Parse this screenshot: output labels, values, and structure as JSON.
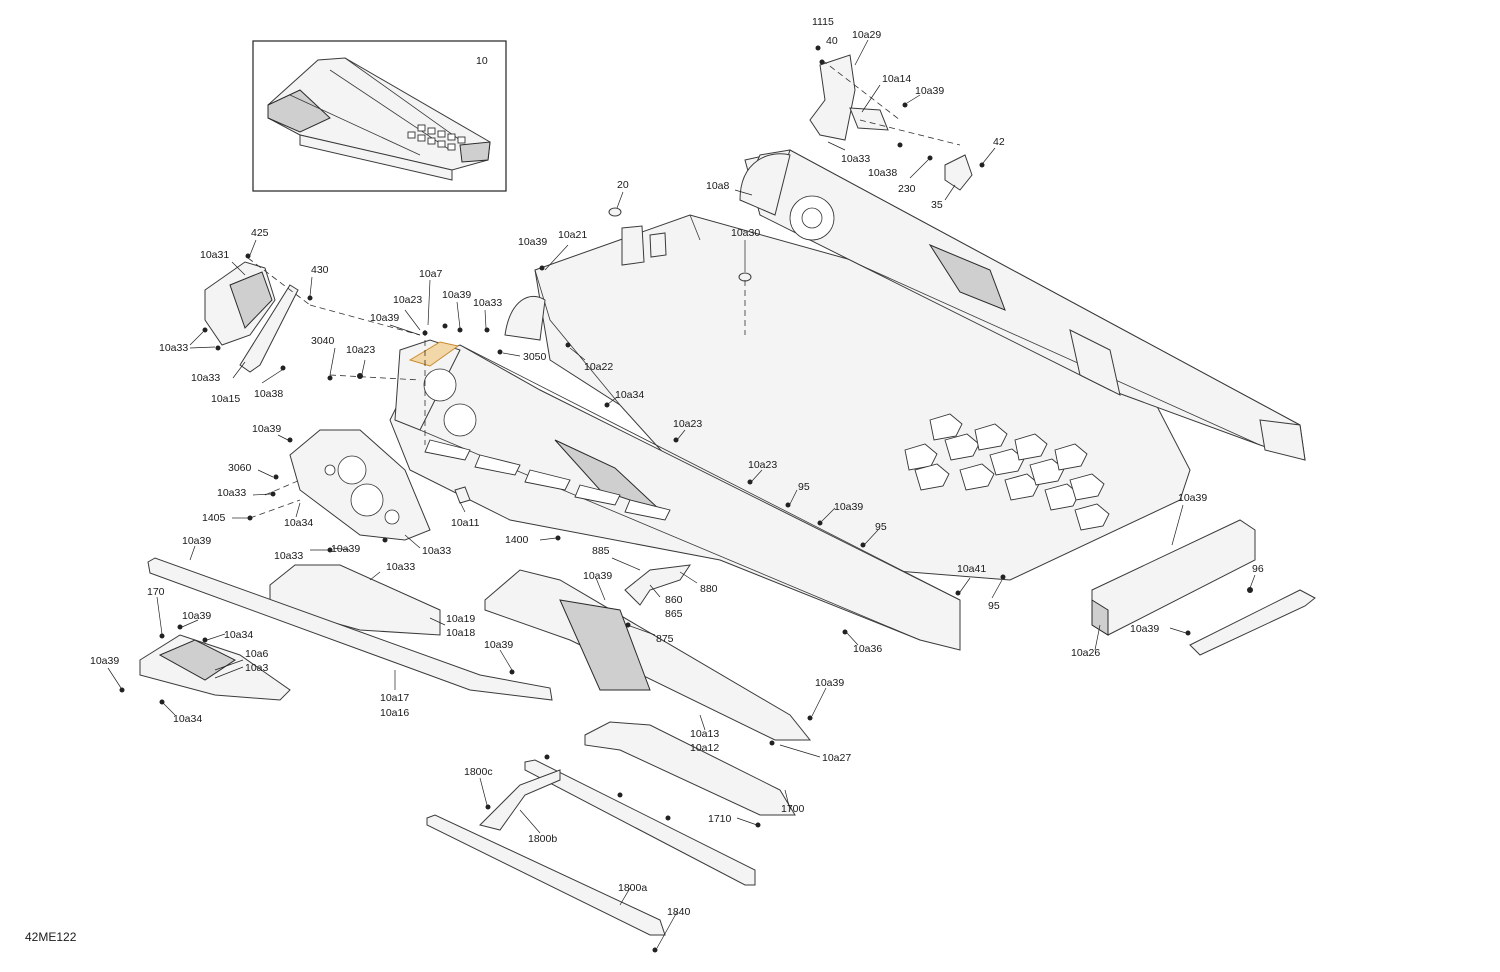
{
  "diagram_code": "42ME122",
  "inset_label": "10",
  "labels": [
    {
      "id": "l1115",
      "text": "1115"
    },
    {
      "id": "l40",
      "text": "40"
    },
    {
      "id": "l10a29",
      "text": "10a29"
    },
    {
      "id": "l10a14",
      "text": "10a14"
    },
    {
      "id": "l10a39_tr",
      "text": "10a39"
    },
    {
      "id": "l10a33_tr",
      "text": "10a33"
    },
    {
      "id": "l10a38_tr",
      "text": "10a38"
    },
    {
      "id": "l42",
      "text": "42"
    },
    {
      "id": "l230",
      "text": "230"
    },
    {
      "id": "l35",
      "text": "35"
    },
    {
      "id": "l20",
      "text": "20"
    },
    {
      "id": "l10a8",
      "text": "10a8"
    },
    {
      "id": "l10a21",
      "text": "10a21"
    },
    {
      "id": "l10a39_a",
      "text": "10a39"
    },
    {
      "id": "l10a30",
      "text": "10a30"
    },
    {
      "id": "l425",
      "text": "425"
    },
    {
      "id": "l10a31",
      "text": "10a31"
    },
    {
      "id": "l430",
      "text": "430"
    },
    {
      "id": "l10a7",
      "text": "10a7"
    },
    {
      "id": "l10a23_a",
      "text": "10a23"
    },
    {
      "id": "l10a39_b",
      "text": "10a39"
    },
    {
      "id": "l10a33_a",
      "text": "10a33"
    },
    {
      "id": "l10a39_c",
      "text": "10a39"
    },
    {
      "id": "l3040",
      "text": "3040"
    },
    {
      "id": "l10a23_b",
      "text": "10a23"
    },
    {
      "id": "l3050",
      "text": "3050"
    },
    {
      "id": "l10a22",
      "text": "10a22"
    },
    {
      "id": "l10a33_b",
      "text": "10a33"
    },
    {
      "id": "l10a33_c",
      "text": "10a33"
    },
    {
      "id": "l10a15",
      "text": "10a15"
    },
    {
      "id": "l10a38",
      "text": "10a38"
    },
    {
      "id": "l10a34_a",
      "text": "10a34"
    },
    {
      "id": "l10a23_c",
      "text": "10a23"
    },
    {
      "id": "l10a39_d",
      "text": "10a39"
    },
    {
      "id": "l3060",
      "text": "3060"
    },
    {
      "id": "l10a23_d",
      "text": "10a23"
    },
    {
      "id": "l10a33_d",
      "text": "10a33"
    },
    {
      "id": "l95_a",
      "text": "95"
    },
    {
      "id": "l1405",
      "text": "1405"
    },
    {
      "id": "l10a34_b",
      "text": "10a34"
    },
    {
      "id": "l10a11",
      "text": "10a11"
    },
    {
      "id": "l10a39_e",
      "text": "10a39"
    },
    {
      "id": "l95_b",
      "text": "95"
    },
    {
      "id": "l10a39_f",
      "text": "10a39"
    },
    {
      "id": "l1400",
      "text": "1400"
    },
    {
      "id": "l10a33_e",
      "text": "10a33"
    },
    {
      "id": "l10a39_g",
      "text": "10a39"
    },
    {
      "id": "l10a33_f",
      "text": "10a33"
    },
    {
      "id": "l10a39_h",
      "text": "10a39"
    },
    {
      "id": "l885",
      "text": "885"
    },
    {
      "id": "l10a33_g",
      "text": "10a33"
    },
    {
      "id": "l10a39_i",
      "text": "10a39"
    },
    {
      "id": "l880",
      "text": "880"
    },
    {
      "id": "l10a41",
      "text": "10a41"
    },
    {
      "id": "l95_c",
      "text": "95"
    },
    {
      "id": "l96",
      "text": "96"
    },
    {
      "id": "l170",
      "text": "170"
    },
    {
      "id": "l10a39_j",
      "text": "10a39"
    },
    {
      "id": "l860",
      "text": "860"
    },
    {
      "id": "l865",
      "text": "865"
    },
    {
      "id": "l10a19",
      "text": "10a19"
    },
    {
      "id": "l10a18",
      "text": "10a18"
    },
    {
      "id": "l875",
      "text": "875"
    },
    {
      "id": "l10a34_c",
      "text": "10a34"
    },
    {
      "id": "l10a36",
      "text": "10a36"
    },
    {
      "id": "l10a39_k",
      "text": "10a39"
    },
    {
      "id": "l10a26",
      "text": "10a26"
    },
    {
      "id": "l10a6",
      "text": "10a6"
    },
    {
      "id": "l10a3",
      "text": "10a3"
    },
    {
      "id": "l10a39_l",
      "text": "10a39"
    },
    {
      "id": "l10a39_m",
      "text": "10a39"
    },
    {
      "id": "l10a17",
      "text": "10a17"
    },
    {
      "id": "l10a16",
      "text": "10a16"
    },
    {
      "id": "l10a34_d",
      "text": "10a34"
    },
    {
      "id": "l10a39_n",
      "text": "10a39"
    },
    {
      "id": "l10a13",
      "text": "10a13"
    },
    {
      "id": "l10a12",
      "text": "10a12"
    },
    {
      "id": "l10a27",
      "text": "10a27"
    },
    {
      "id": "l1800c",
      "text": "1800c"
    },
    {
      "id": "l1700",
      "text": "1700"
    },
    {
      "id": "l1710",
      "text": "1710"
    },
    {
      "id": "l1800b",
      "text": "1800b"
    },
    {
      "id": "l1800a",
      "text": "1800a"
    },
    {
      "id": "l1840",
      "text": "1840"
    }
  ]
}
